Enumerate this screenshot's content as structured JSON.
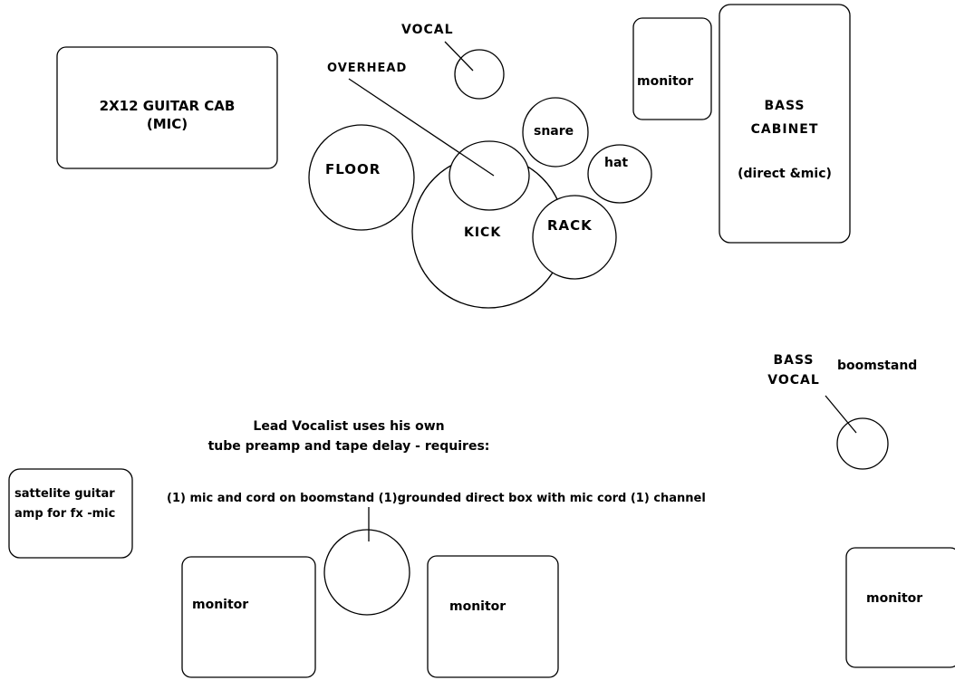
{
  "colors": {
    "background": "#ffffff",
    "stroke": "#000000"
  },
  "labels": {
    "vocal": "VOCAL",
    "overhead": "OVERHEAD",
    "guitar_cab_line1": "2X12 GUITAR CAB",
    "guitar_cab_line2": "(MIC)",
    "monitor_top": "monitor",
    "bass_cab_line1": "BASS",
    "bass_cab_line2": "CABINET",
    "bass_cab_line3": "(direct &mic)",
    "snare": "snare",
    "hat": "hat",
    "floor": "FLOOR",
    "kick": "KICK",
    "rack": "RACK",
    "bass_vocal_line1": "BASS",
    "bass_vocal_line2": "VOCAL",
    "boomstand": "boomstand",
    "lead_note_line1": "Lead Vocalist uses his own",
    "lead_note_line2": "tube preamp and tape delay - requires:",
    "lead_requirements": "(1) mic and cord on boomstand (1)grounded direct box with mic cord (1) channel",
    "satellite_line1": "sattelite guitar",
    "satellite_line2": "amp for fx -mic",
    "monitor_bottom_left": "monitor",
    "monitor_bottom_center": "monitor",
    "monitor_bottom_right": "monitor"
  }
}
